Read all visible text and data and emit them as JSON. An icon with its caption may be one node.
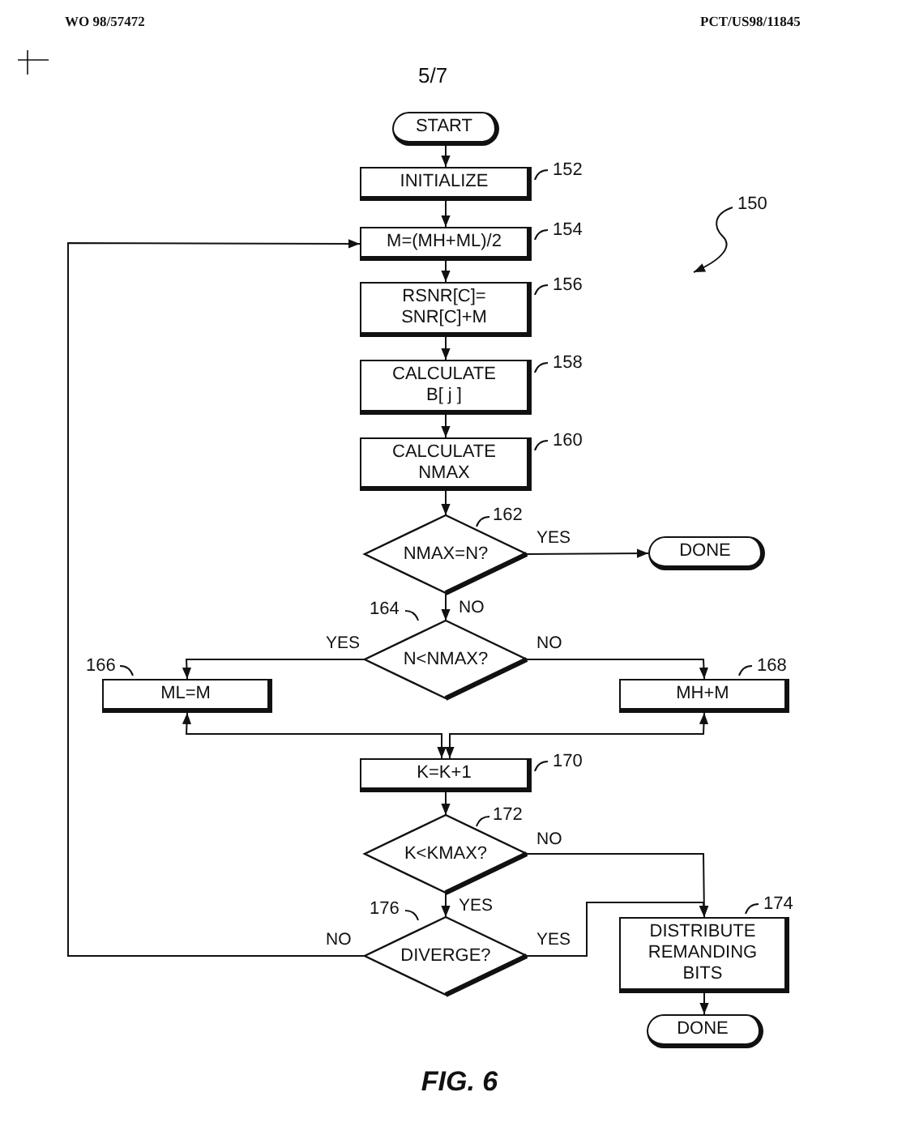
{
  "diagram": {
    "caption": "FIG. 6",
    "nodes": [
      {
        "text": [
          "START"
        ]
      },
      {
        "text": [
          "INITIALIZE"
        ],
        "beside": [
          "152"
        ]
      },
      {
        "text": [
          "M=(MH+ML)/2"
        ],
        "beside": [
          "154"
        ]
      },
      {
        "text": [
          "RSNR[C]= SNR[C]+M"
        ],
        "beside": [
          "156"
        ]
      },
      {
        "text": [
          "CALCULATE B[ j ]"
        ],
        "beside": [
          "158"
        ]
      },
      {
        "text": [
          "CALCULATE NMAX"
        ],
        "beside": [
          "160"
        ]
      },
      {
        "text": [
          "NMAX=N?"
        ],
        "beside": [
          "162"
        ]
      },
      {
        "text": [
          "DONE"
        ]
      },
      {
        "text": [
          "N<NMAX?"
        ],
        "beside": [
          "164"
        ]
      },
      {
        "text": [
          "ML=M"
        ],
        "beside": [
          "166"
        ]
      },
      {
        "text": [
          "MH+M"
        ],
        "beside": [
          "168"
        ]
      },
      {
        "text": [
          "K=K+1"
        ],
        "beside": [
          "170"
        ]
      },
      {
        "text": [
          "K<KMAX?"
        ],
        "beside": [
          "172"
        ]
      },
      {
        "text": [
          "DIVERGE?"
        ],
        "beside": [
          "176"
        ]
      },
      {
        "text": [
          "DISTRIBUTE REMANDING BITS"
        ],
        "beside": [
          "174"
        ]
      },
      {
        "text": [
          "DONE"
        ]
      }
    ],
    "edges": [
      {
        "from": 0,
        "to": 1,
        "arrow": "to"
      },
      {
        "from": 1,
        "to": 2,
        "arrow": "to"
      },
      {
        "from": 2,
        "to": 3,
        "arrow": "to"
      },
      {
        "from": 3,
        "to": 4,
        "arrow": "to"
      },
      {
        "from": 4,
        "to": 5,
        "arrow": "to"
      },
      {
        "from": 5,
        "to": 6,
        "arrow": "to"
      },
      {
        "from": 6,
        "to": 7,
        "arrow": "to",
        "label": "YES"
      },
      {
        "from": 6,
        "to": 8,
        "arrow": "to",
        "label": "NO"
      },
      {
        "from": 8,
        "to": 9,
        "arrow": "to",
        "label": "YES"
      },
      {
        "from": 8,
        "to": 10,
        "arrow": "to",
        "label": "NO"
      },
      {
        "from": 9,
        "to": 11,
        "arrow": "both"
      },
      {
        "from": 10,
        "to": 11,
        "arrow": "both"
      },
      {
        "from": 11,
        "to": 12,
        "arrow": "to"
      },
      {
        "from": 12,
        "to": 14,
        "arrow": "to",
        "label": "NO"
      },
      {
        "from": 12,
        "to": 13,
        "arrow": "to",
        "label": "YES"
      },
      {
        "from": 13,
        "to": 14,
        "arrow": "to",
        "label": "YES"
      },
      {
        "from": 13,
        "to": 2,
        "arrow": "to",
        "label": "NO"
      },
      {
        "from": 14,
        "to": 15,
        "arrow": "to"
      }
    ],
    "labels": [
      "WO 98/57472",
      "PCT/US98/11845",
      "5/7",
      "150"
    ]
  }
}
